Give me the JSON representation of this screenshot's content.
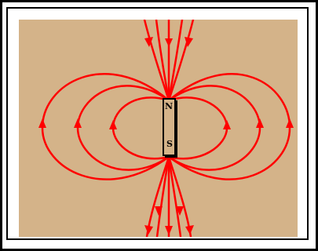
{
  "magnet": {
    "north_label": "N",
    "south_label": "S"
  },
  "colors": {
    "field_lines": "#ff0000",
    "background": "#d4b389",
    "magnet_body": "#d4b389",
    "frame": "#000000"
  },
  "arrow_icon": "arrowhead",
  "loops_per_side": 3,
  "axial_lines_per_pole": 5
}
